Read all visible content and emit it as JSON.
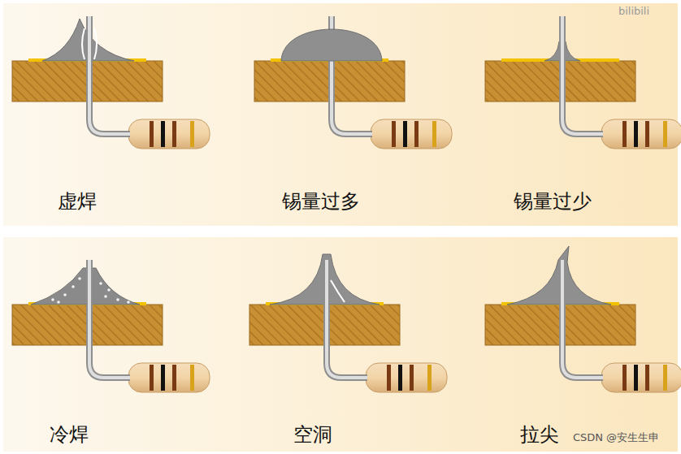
{
  "diagram": {
    "labels": [
      "bilibili",
      "虚焊",
      "锡量过多",
      "锡量过少",
      "冷焊",
      "空洞",
      "拉尖",
      "CSDN @安生生申"
    ]
  }
}
